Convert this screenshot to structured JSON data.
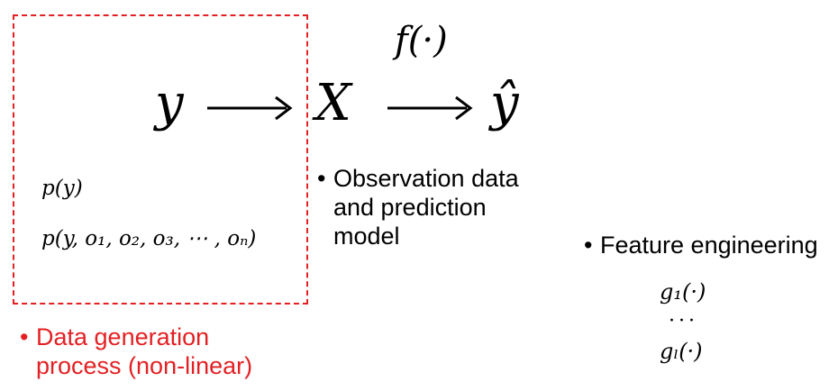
{
  "diagram": {
    "top_function": "f(·)",
    "chain": {
      "left_var": "y",
      "middle_var": "X",
      "right_var": "ŷ"
    },
    "data_generation_box": {
      "formula_1": "p(y)",
      "formula_2": "p(y, o₁, o₂, o₃, ⋯ , oₙ)",
      "caption_line_1": "Data generation",
      "caption_line_2": "process (non-linear)",
      "border_color": "#e32124"
    },
    "observation": {
      "line_1": "Observation data",
      "line_2": "and prediction",
      "line_3": "model"
    },
    "feature_engineering": {
      "title": "Feature engineering",
      "g_first": "g₁(·)",
      "g_dots": "···",
      "g_last": "gₗ(·)"
    },
    "bullet_symbol": "•",
    "colors": {
      "accent_red": "#e32124",
      "text": "#000000"
    }
  }
}
